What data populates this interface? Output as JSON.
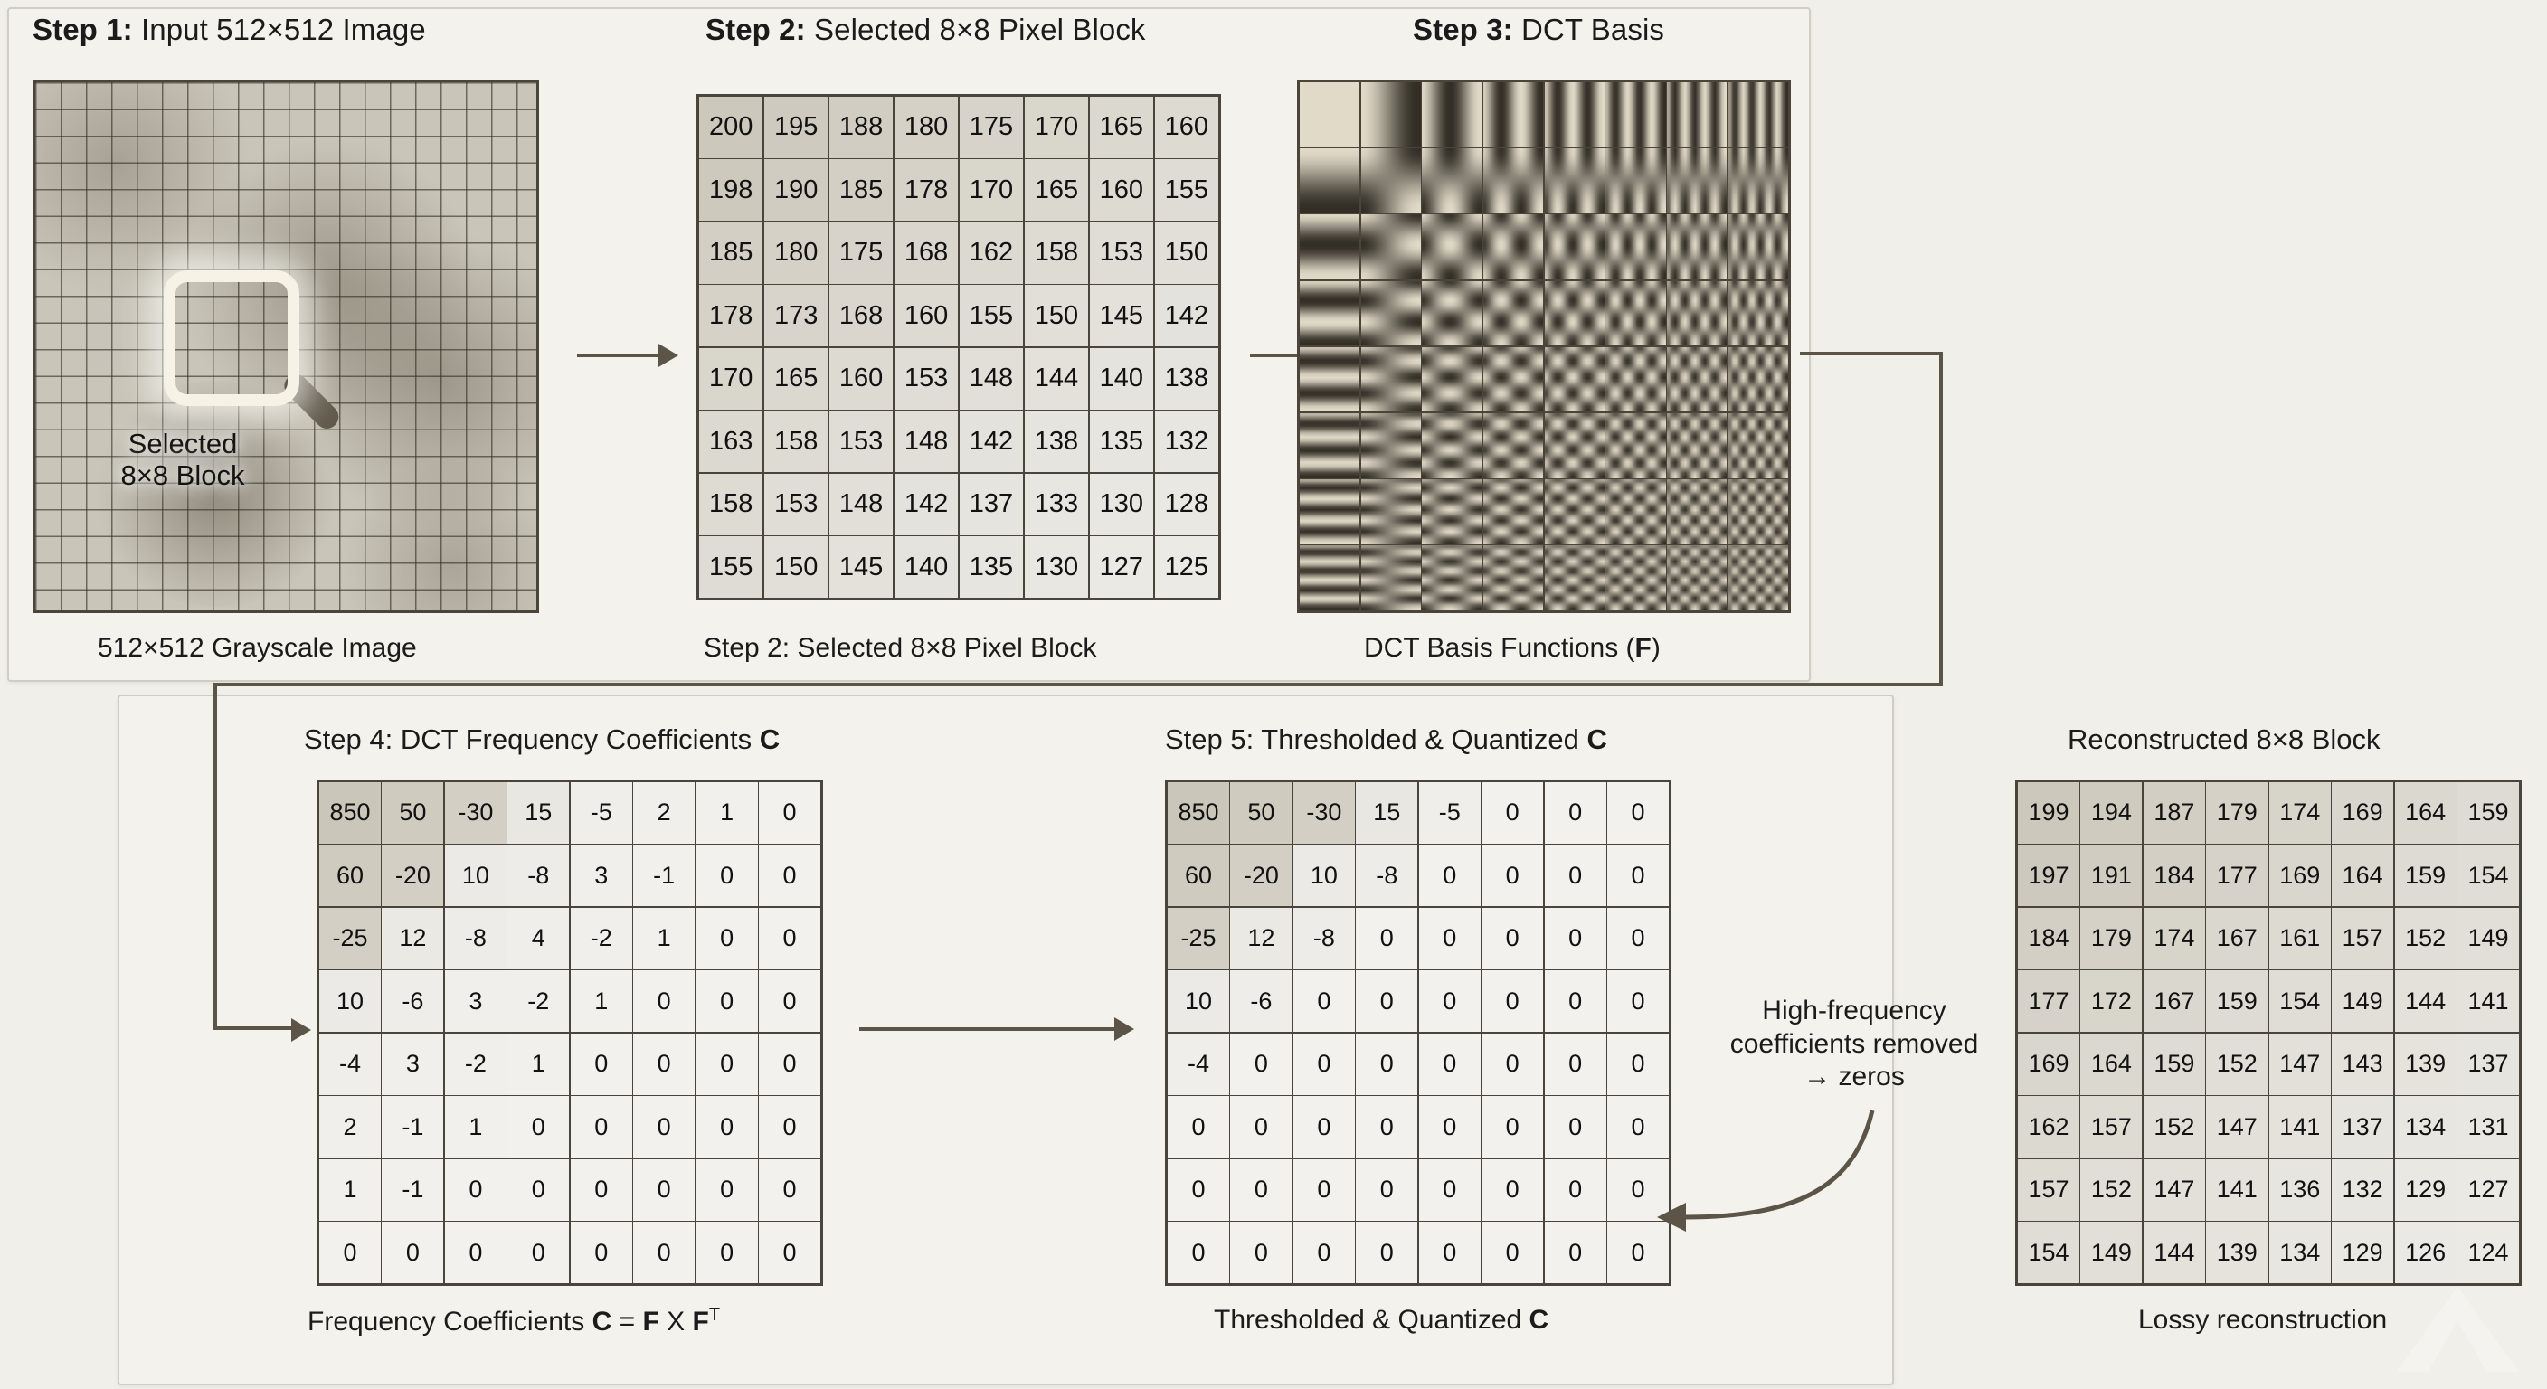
{
  "titles": {
    "step1": {
      "bold": "Step 1:",
      "rest": " Input 512×512 Image"
    },
    "step2": {
      "bold": "Step 2:",
      "rest": " Selected 8×8 Pixel Block"
    },
    "step3": {
      "bold": "Step 3:",
      "rest": " DCT Basis"
    },
    "step4": {
      "plain": "Step 4: DCT Frequency Coefficients ",
      "bold": "C"
    },
    "step5": {
      "plain": "Step 5: Thresholded & Quantized ",
      "bold": "C"
    },
    "recon": {
      "plain": "Reconstructed 8×8 Block",
      "bold": ""
    }
  },
  "captions": {
    "step1": "512×512 Grayscale Image",
    "step2": "Step 2: Selected 8×8 Pixel Block",
    "step3_pre": "DCT Basis Functions (",
    "step3_bold": "F",
    "step3_post": ")",
    "step4_pre": "Frequency Coefficients ",
    "step4_c": "C",
    "step4_eq": " = ",
    "step4_f1": "F",
    "step4_x": " X ",
    "step4_f2": "F",
    "step4_t": "T",
    "step5_pre": "Thresholded & Quantized ",
    "step5_c": "C",
    "recon": "Lossy reconstruction"
  },
  "magnifier": {
    "label_line1": "Selected",
    "label_line2": "8×8 Block",
    "icon": "magnifier-icon"
  },
  "annotation": {
    "line1": "High-frequency",
    "line2": "coefficients removed",
    "line3": "→ zeros"
  },
  "colors": {
    "background": "#f0efe9",
    "panel": "#f3f2ec",
    "grid_line": "#4a443a",
    "cell_base": "#ded9cb",
    "arrow": "#5c5547",
    "text": "#1b1b1b"
  },
  "chart_data": {
    "type": "table",
    "title": "DCT image compression pipeline",
    "matrices": [
      {
        "name": "pixel-block",
        "label": "Step 2: Selected 8×8 Pixel Block",
        "range": [
          125,
          200
        ],
        "values": [
          [
            200,
            195,
            188,
            180,
            175,
            170,
            165,
            160
          ],
          [
            198,
            190,
            185,
            178,
            170,
            165,
            160,
            155
          ],
          [
            185,
            180,
            175,
            168,
            162,
            158,
            153,
            150
          ],
          [
            178,
            173,
            168,
            160,
            155,
            150,
            145,
            142
          ],
          [
            170,
            165,
            160,
            153,
            148,
            144,
            140,
            138
          ],
          [
            163,
            158,
            153,
            148,
            142,
            138,
            135,
            132
          ],
          [
            158,
            153,
            148,
            142,
            137,
            133,
            130,
            128
          ],
          [
            155,
            150,
            145,
            140,
            135,
            130,
            127,
            125
          ]
        ]
      },
      {
        "name": "dct-coefficients",
        "label": "Frequency Coefficients C = F X F^T",
        "range": [
          -30,
          850
        ],
        "values": [
          [
            850,
            50,
            -30,
            15,
            -5,
            2,
            1,
            0
          ],
          [
            60,
            -20,
            10,
            -8,
            3,
            -1,
            0,
            0
          ],
          [
            -25,
            12,
            -8,
            4,
            -2,
            1,
            0,
            0
          ],
          [
            10,
            -6,
            3,
            -2,
            1,
            0,
            0,
            0
          ],
          [
            -4,
            3,
            -2,
            1,
            0,
            0,
            0,
            0
          ],
          [
            2,
            -1,
            1,
            0,
            0,
            0,
            0,
            0
          ],
          [
            1,
            -1,
            0,
            0,
            0,
            0,
            0,
            0
          ],
          [
            0,
            0,
            0,
            0,
            0,
            0,
            0,
            0
          ]
        ]
      },
      {
        "name": "thresholded-quantized",
        "label": "Thresholded & Quantized C",
        "range": [
          -30,
          850
        ],
        "values": [
          [
            850,
            50,
            -30,
            15,
            -5,
            0,
            0,
            0
          ],
          [
            60,
            -20,
            10,
            -8,
            0,
            0,
            0,
            0
          ],
          [
            -25,
            12,
            -8,
            0,
            0,
            0,
            0,
            0
          ],
          [
            10,
            -6,
            0,
            0,
            0,
            0,
            0,
            0
          ],
          [
            -4,
            0,
            0,
            0,
            0,
            0,
            0,
            0
          ],
          [
            0,
            0,
            0,
            0,
            0,
            0,
            0,
            0
          ],
          [
            0,
            0,
            0,
            0,
            0,
            0,
            0,
            0
          ],
          [
            0,
            0,
            0,
            0,
            0,
            0,
            0,
            0
          ]
        ]
      },
      {
        "name": "reconstructed-block",
        "label": "Lossy reconstruction",
        "range": [
          124,
          199
        ],
        "values": [
          [
            199,
            194,
            187,
            179,
            174,
            169,
            164,
            159
          ],
          [
            197,
            191,
            184,
            177,
            169,
            164,
            159,
            154
          ],
          [
            184,
            179,
            174,
            167,
            161,
            157,
            152,
            149
          ],
          [
            177,
            172,
            167,
            159,
            154,
            149,
            144,
            141
          ],
          [
            169,
            164,
            159,
            152,
            147,
            143,
            139,
            137
          ],
          [
            162,
            157,
            152,
            147,
            141,
            137,
            134,
            131
          ],
          [
            157,
            152,
            147,
            141,
            136,
            132,
            129,
            127
          ],
          [
            154,
            149,
            144,
            139,
            134,
            129,
            126,
            124
          ]
        ]
      }
    ]
  }
}
